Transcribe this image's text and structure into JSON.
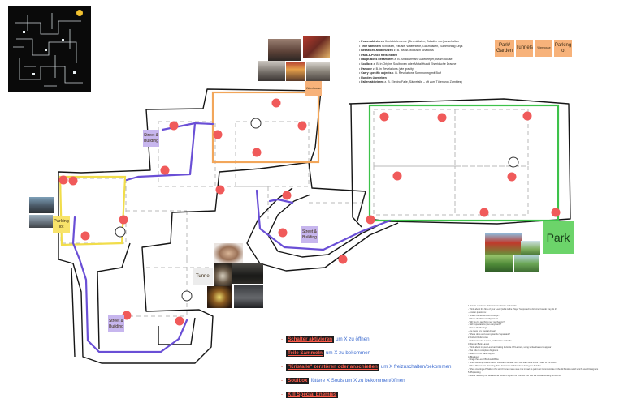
{
  "colors": {
    "orange_area": "#f2a65a",
    "green_area": "#3dc24a",
    "yellow_area": "#f1dd4a",
    "purple_path": "#6a4fd6",
    "red_marker": "#f05a5a",
    "purple_sticky": "#c7b6ee",
    "orange_sticky": "#f7b27a",
    "yellow_sticky": "#f8e36a",
    "green_sticky": "#6cd46a",
    "gray_sticky": "#ececec"
  },
  "stickies": {
    "park_garden": "Park/ Garden",
    "tunnels": "Tunnels",
    "warehouse": "Warehouse",
    "parking_lot_top": "Parking lot",
    "warehouse_map": "Warehouse",
    "street_building_1": "Street & Building",
    "street_building_2": "Street & Building",
    "street_building_3": "Street & Building",
    "parking_lot_map": "Parking lot",
    "tunnel": "Tunnel",
    "park": "Park"
  },
  "feature_notes": [
    {
      "bold": "Power aktivieren",
      "text": " Kontaktelemente (Stromkästen, Schalter etc.) anschalten"
    },
    {
      "bold": "Teile sammeln",
      "text": " Schlüssel, Rituale, Waffenteile, Gasmasken, Summoning Keys"
    },
    {
      "bold": "Beast/Seb-Modi nutzen",
      "text": " z. B. Beast-Modus in Shadows"
    },
    {
      "bold": "Pack-a-Punch freischalten",
      "text": ""
    },
    {
      "bold": "Haupt-Boss bekämpfen",
      "text": " z. B. Shadowman, Gatekeeper, Beam Bosse"
    },
    {
      "bold": "Soulbox",
      "text": " z. B. in Origins Soulboxen oder Mutal Hundi Elseridsche Drache"
    },
    {
      "bold": "Parkour",
      "text": " z. B. in Revelations (wie gravity)"
    },
    {
      "bold": "Carry specific objects",
      "text": " z. B. Revelations Summoning mit Buff"
    },
    {
      "bold": "Runden überleben",
      "text": ""
    },
    {
      "bold": "Fallen aktivieren",
      "text": " z. B. Elektro-Falle, Säurefalle – oft zum Töten von Zombies)"
    }
  ],
  "goals": [
    {
      "highlight": "Schalter aktivieren",
      "rest": "um X zu öffnen"
    },
    {
      "highlight": "Teile Sammeln",
      "rest": "um X zu bekommen"
    },
    {
      "highlight": "\"Kristalle\" zerstören oder anschießen",
      "rest": "um X freizuschalten/bekommen"
    },
    {
      "highlight": "Soulbox",
      "rest": "füttere X Souls um X zu bekommen/öffnen"
    },
    {
      "highlight": "Kill Special Enemies",
      "rest": ""
    }
  ],
  "small_notes": [
    "1. Castle / sections of the mission details and \"rush\"",
    "     - Think about the flow of your Level (what is the Player Supposed to do? And how do they do it?",
    "     - Answer questions:",
    "          - What's the actual level concept?",
    "          - What's the Player's Objective?",
    "          - Will you be teaching new mechanics?",
    "          - Skill expectations (too easy/hard)?",
    "          - How is the Pacing?",
    "          - Are there any special Areas?",
    "          - Where does and enemy can be Separated?",
    "2. Collect References",
    "     - References for: Layout, architecture and Vibe",
    "3. Design Bank Layout",
    "     - Think about in your Level and taking Invisible Off Layouts, using white/shades to appear",
    "          - Use side to complete diagrams",
    "     - Design in 2-D Bank Layout",
    "4. Blockout",
    "     - Drags the Level Blockout/White",
    "     - When Blocking out the Level, consider Pathway from the Start Goal of the - Walk of the Level",
    "     - When Players are choosing, think how it is a Hidden clear during the Puzzles",
    "     - When creating a Pitfalls in the start Frame, make sure it is impact to point out Communicate in the 3d Blocks out of which would Designers",
    "5. Playtesting",
    "     - Before handling the Blockout as written Playtest for yourself and use the Locate existing problems"
  ]
}
